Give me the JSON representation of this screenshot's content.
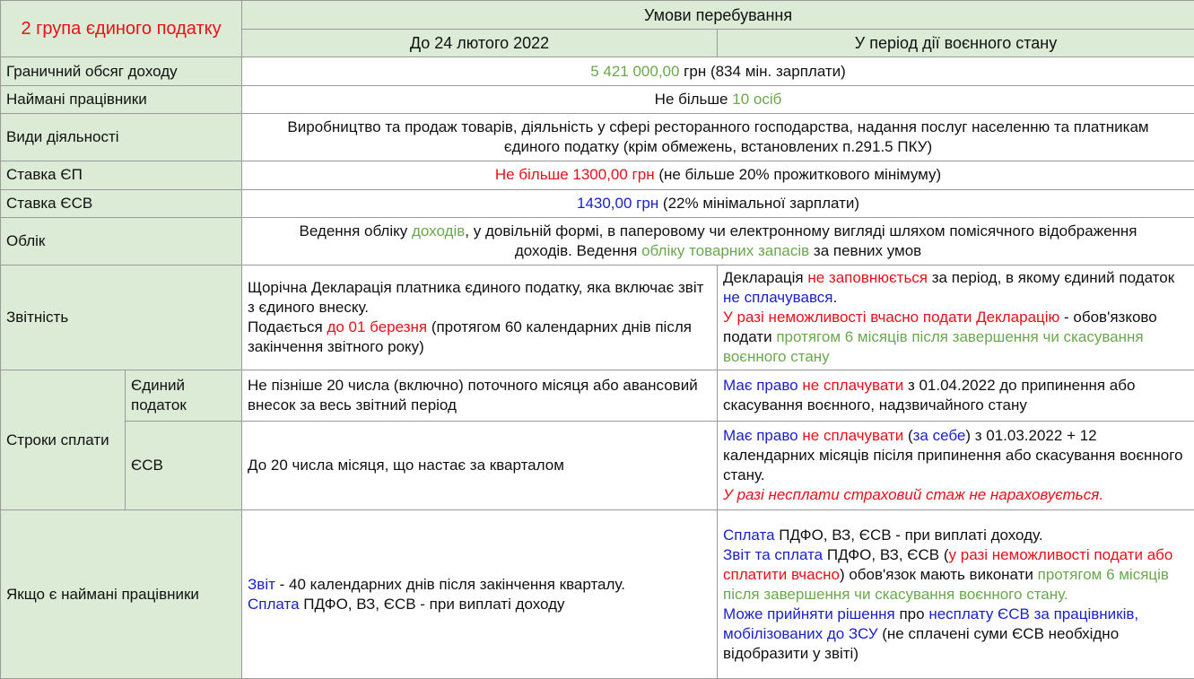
{
  "header": {
    "title": "2 група єдиного податку",
    "conditions": "Умови перебування",
    "before": "До 24 лютого 2022",
    "martial": "У період дії воєнного стану"
  },
  "rows": {
    "income": {
      "label": "Граничний обсяг доходу",
      "amount": "5 421 000,00",
      "rest": " грн (834 мін. зарплати)"
    },
    "employees": {
      "label": "Наймані працівники",
      "prefix": "Не більше ",
      "value": "10 осіб"
    },
    "activities": {
      "label": "Види діяльності",
      "text": "Виробництво та продаж товарів, діяльність у сфері ресторанного господарства, надання послуг населенню та платникам єдиного податку (крім обмежень, встановлених п.291.5 ПКУ)"
    },
    "ep_rate": {
      "label": "Ставка ЄП",
      "highlight": "Не більше 1300,00 грн",
      "rest": " (не більше 20% прожиткового мінімуму)"
    },
    "esv_rate": {
      "label": "Ставка ЄСВ",
      "highlight": "1430,00 грн",
      "rest": " (22% мінімальної зарплати)"
    },
    "accounting": {
      "label": "Облік",
      "t1": "Ведення обліку ",
      "g1": "доходів",
      "t2": ", у довільній формі, в паперовому чи електронному вигляді шляхом помісячного відображення доходів. Ведення ",
      "g2": "обліку товарних запасів",
      "t3": " за певних умов"
    },
    "reporting": {
      "label": "Звітність",
      "before_line1": "Щорічна Декларація платника єдиного податку, яка включає звіт з єдиного внеску.",
      "before_t1": "Подається ",
      "before_r1": "до 01 березня",
      "before_t2": " (протягом 60 календарних днів після закінчення звітного року)",
      "martial_t1": "Декларація ",
      "martial_r1": "не заповнюється",
      "martial_t2": " за період, в якому єдиний податок ",
      "martial_b1": "не сплачувався",
      "martial_t3": ".",
      "martial_r2": "У разі неможливості вчасно подати Декларацію",
      "martial_t4": " - обов'язково подати ",
      "martial_g1": "протягом 6 місяців після завершення чи скасування воєнного стану"
    },
    "payment": {
      "label": "Строки сплати",
      "ep": {
        "label": "Єдиний податок",
        "before": "Не пізніше 20 числа (включно) поточного місяця або авансовий внесок за весь звітний період",
        "m_b1": "Має право",
        "m_sp": " ",
        "m_r1": "не сплачувати",
        "m_t1": " з 01.04.2022 до припинення або скасування воєнного, надзвичайного стану"
      },
      "esv": {
        "label": "ЄСВ",
        "before": "До 20 числа місяця, що настає за кварталом",
        "m_b1": "Має право",
        "m_sp": " ",
        "m_r1": "не сплачувати",
        "m_t1": " (",
        "m_b2": "за себе",
        "m_t2": ") з 01.03.2022 + 12 календарних місяців пісіля припинення або скасування воєнного стану.",
        "m_r2": "У разі несплати страховий стаж не нараховується."
      }
    },
    "hired": {
      "label": "Якщо є наймані працівники",
      "b_b1": "Звіт",
      "b_t1": " - 40 календарних днів після закінчення кварталу.",
      "b_b2": "Сплата",
      "b_t2": " ПДФО, ВЗ, ЄСВ - при виплаті доходу",
      "m_b1": "Сплата",
      "m_t1": " ПДФО, ВЗ, ЄСВ - при виплаті доходу.",
      "m_b2": "Звіт та сплата",
      "m_t2": " ПДФО, ВЗ, ЄСВ (",
      "m_r1": "у разі неможливості подати або сплатити вчасно",
      "m_t3": ") обов'язок мають виконати ",
      "m_g1": "протягом 6 місяців після завершення чи скасування воєнного стану.",
      "m_b3": "Може прийняти рішення",
      "m_t4": " про ",
      "m_b4": "несплату ЄСВ за працівників, мобілізованих до ЗСУ",
      "m_t5": " (не сплачені суми ЄСВ необхідно відобразити у звіті)"
    }
  }
}
